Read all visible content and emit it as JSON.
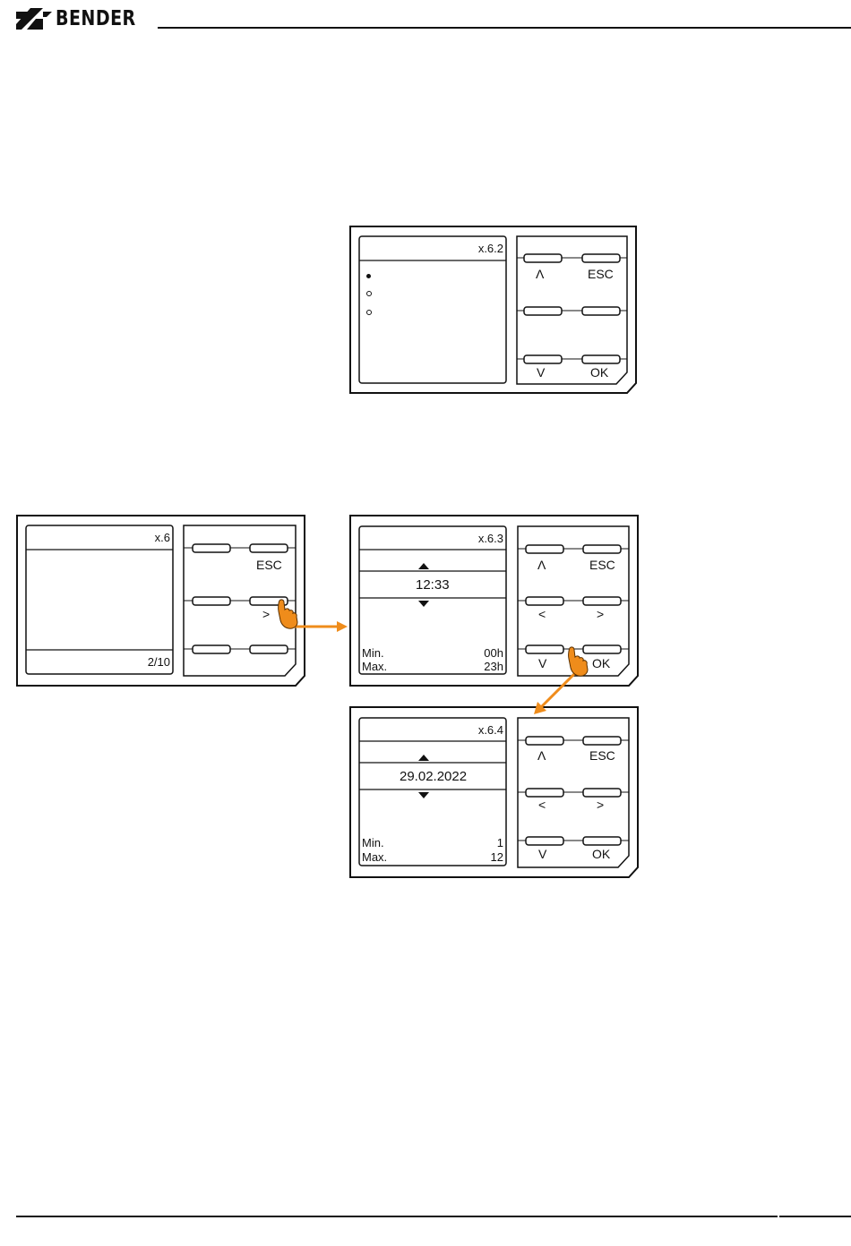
{
  "header": {
    "brand": "BENDER",
    "logo_icon": "bender-lightning-logo"
  },
  "colors": {
    "accent": "#ef8c1b",
    "line": "#111111"
  },
  "device_top": {
    "screen_id": "x.6.2",
    "options": [
      {
        "state": "selected",
        "icon": "filled-radio"
      },
      {
        "state": "unselected",
        "icon": "empty-radio"
      },
      {
        "state": "unselected",
        "icon": "empty-radio"
      }
    ],
    "keys": {
      "up": "Λ",
      "esc": "ESC",
      "mid_left": "",
      "mid_right": "",
      "down": "V",
      "ok": "OK"
    }
  },
  "device_menu": {
    "screen_id": "x.6",
    "page": "2/10",
    "keys": {
      "top_left": "",
      "esc": "ESC",
      "mid_left": "",
      "right": ">",
      "bot_left": "",
      "bot_right": ""
    },
    "pressed_key": "right"
  },
  "device_time": {
    "screen_id": "x.6.3",
    "value": "12:33",
    "min_label": "Min.",
    "min_value": "00h",
    "max_label": "Max.",
    "max_value": "23h",
    "keys": {
      "up": "Λ",
      "esc": "ESC",
      "left": "<",
      "right": ">",
      "down": "V",
      "ok": "OK"
    },
    "pressed_key": "ok"
  },
  "device_date": {
    "screen_id": "x.6.4",
    "value": "29.02.2022",
    "min_label": "Min.",
    "min_value": "1",
    "max_label": "Max.",
    "max_value": "12",
    "keys": {
      "up": "Λ",
      "esc": "ESC",
      "left": "<",
      "right": ">",
      "down": "V",
      "ok": "OK"
    }
  }
}
